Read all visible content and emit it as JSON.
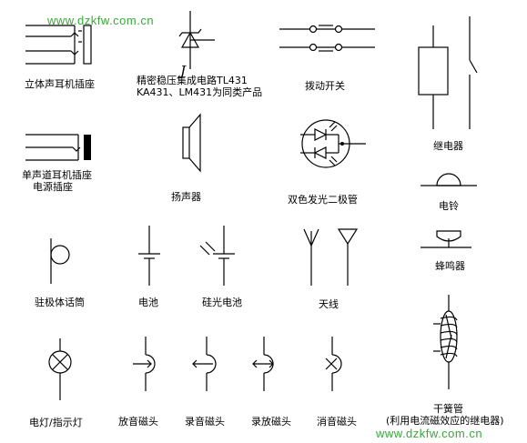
{
  "watermark": {
    "top": "www.dzkfw.com.cn",
    "bottom": "www.dzkfw.com.cn",
    "color": "#3aa83a"
  },
  "symbols": {
    "stereo_jack": "立体声耳机插座",
    "precision_regulator_line1": "精密稳压集成电路TL431",
    "precision_regulator_line2": "KA431、LM431为同类产品",
    "dip_switch": "拨动开关",
    "relay": "继电器",
    "relay_coil_letter": "J",
    "mono_jack_line1": "单声道耳机插座",
    "mono_jack_line2": "电源插座",
    "speaker": "扬声器",
    "bicolor_led": "双色发光二极管",
    "bell": "电铃",
    "buzzer": "蜂鸣器",
    "electret_mic": "驻极体话筒",
    "battery": "电池",
    "solar_cell": "硅光电池",
    "antenna": "天线",
    "lamp": "电灯/指示灯",
    "playback_head": "放音磁头",
    "record_head": "录音磁头",
    "record_play_head": "录放磁头",
    "erase_head": "消音磁头",
    "reed_switch_line1": "干簧管",
    "reed_switch_line2": "(利用电流磁效应的继电器)"
  }
}
